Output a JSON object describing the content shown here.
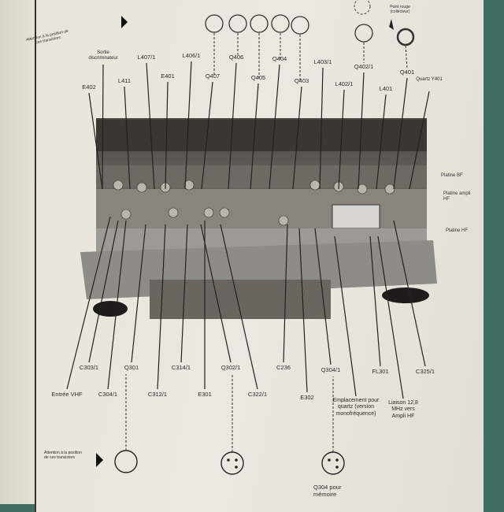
{
  "top_note": "Attention à la position de ces transistors",
  "point_rouge": "Point rouge (collecteur)",
  "top_labels": [
    "E402",
    "Sortie discriminateur",
    "L411",
    "L407/1",
    "E401",
    "L406/1",
    "Q407",
    "Q406",
    "Q405",
    "Q404",
    "Q403",
    "L403/1",
    "L402/1",
    "Q402/1",
    "L401",
    "Q401",
    "Quartz Y401"
  ],
  "side_labels": [
    "Platine BF",
    "Platine ampli HF",
    "Platine HF"
  ],
  "bottom_labels": [
    "C303/1",
    "Q301",
    "C314/1",
    "Q302/1",
    "C236",
    "Q304/1",
    "FL301",
    "C325/1",
    "Entrée VHF",
    "C304/1",
    "C312/1",
    "E301",
    "C322/1",
    "E302",
    "Emplacement pour quartz (version monofréquence)",
    "Liaison 12,8 MHz vers Ampli HF"
  ],
  "bottom_note": "Attention à la position de ces transistors",
  "q304_note": "Q304 pour mémoire"
}
